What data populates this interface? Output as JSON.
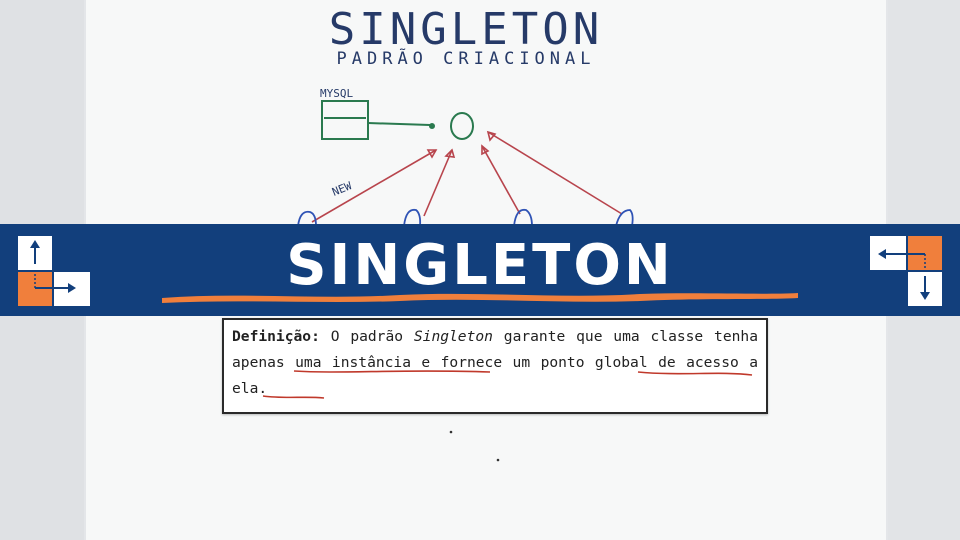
{
  "board": {
    "title": "SINGLETON",
    "subtitle": "PADRÃO CRIACIONAL",
    "db_label": "MYSQL",
    "arrow_label": "NEW"
  },
  "banner": {
    "title": "SINGLETON"
  },
  "definition": {
    "label": "Definição:",
    "t1": " O padrão ",
    "emphasis": "Singleton",
    "t2": " garante que uma classe tenha ",
    "hl1": "apenas uma instância",
    "t3": " e fornece um ",
    "hl2": "ponto global",
    "t4": " de ",
    "hl3": "acesso",
    "t5": " a ela."
  },
  "colors": {
    "banner": "#123f7c",
    "accent": "#f07f3c",
    "underline": "#c0392b"
  },
  "icons": [
    "swap-arrows-logo-icon",
    "swap-arrows-logo-icon"
  ]
}
